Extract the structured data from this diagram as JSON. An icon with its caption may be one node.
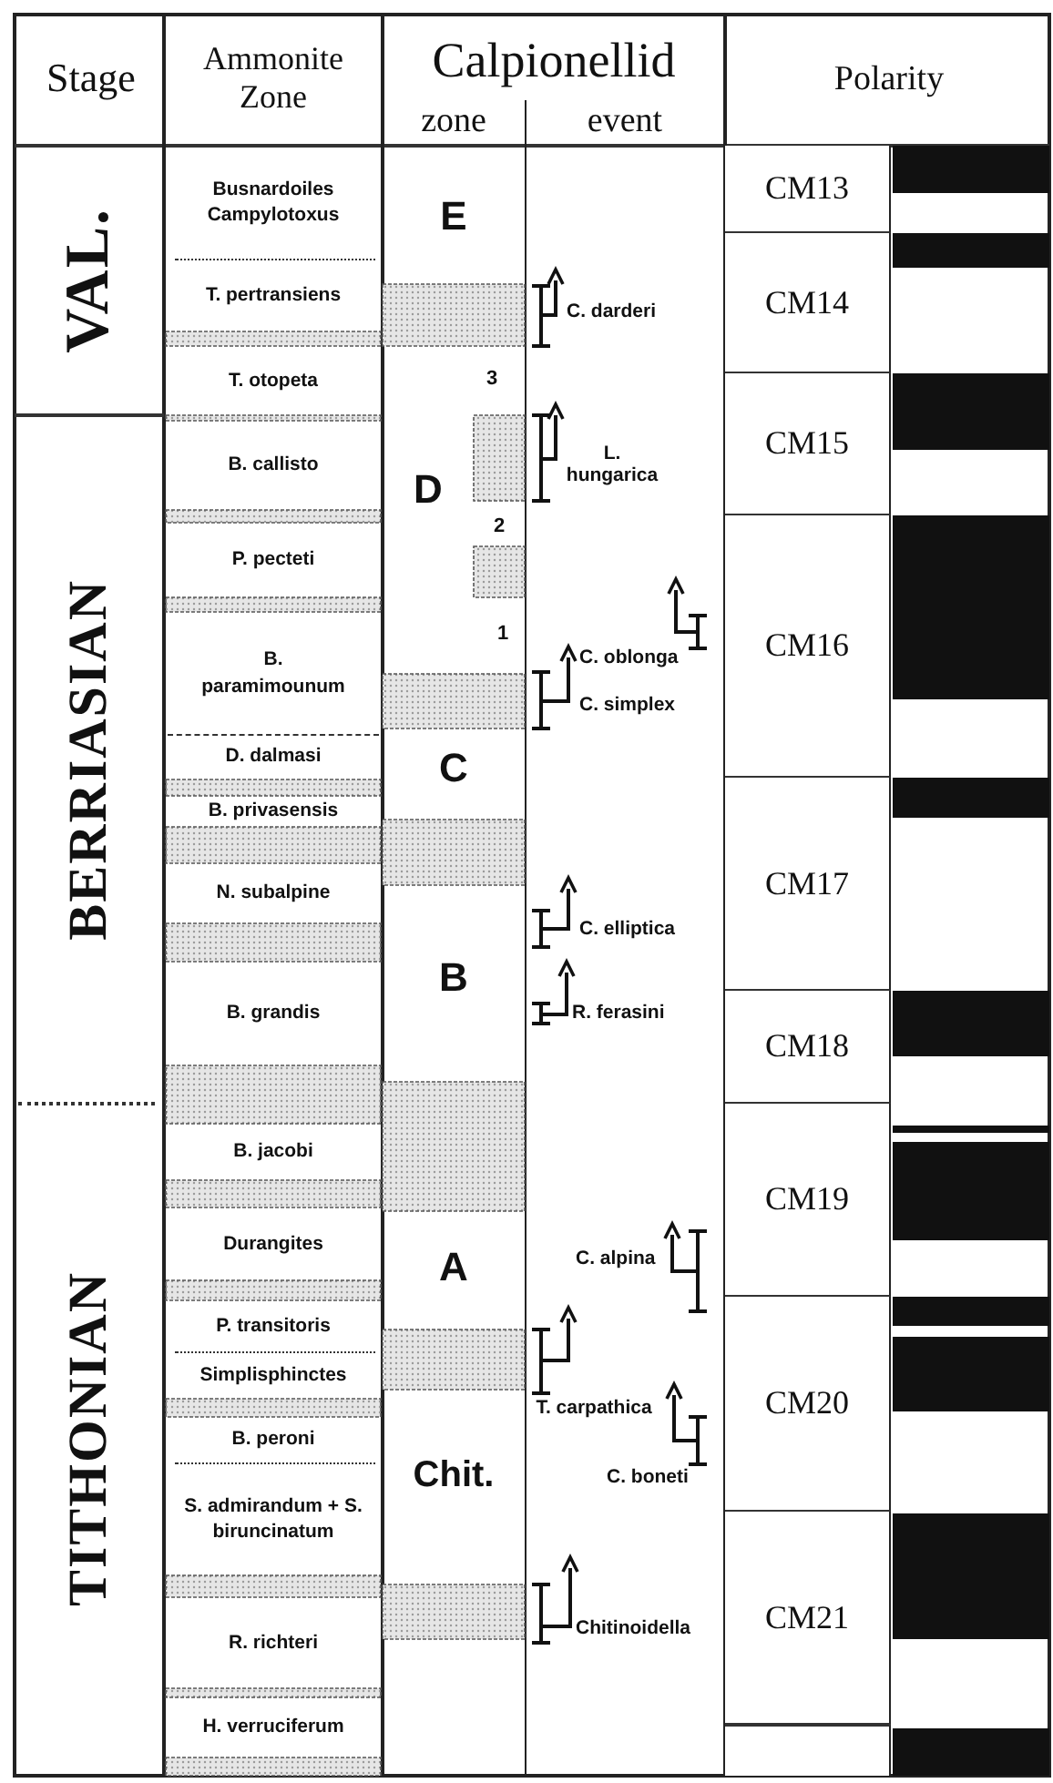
{
  "diagram": {
    "nodes": [
      {
        "text": [
          "VAL."
        ]
      },
      {
        "text": [
          "BERRIASIAN"
        ]
      },
      {
        "text": [
          "TITHONIAN"
        ]
      },
      {
        "text": [
          "Busnardoiles Campylotoxus"
        ]
      },
      {
        "text": [
          "T. pertransiens"
        ]
      },
      {
        "text": [
          "T. otopeta"
        ]
      },
      {
        "text": [
          "B. callisto"
        ]
      },
      {
        "text": [
          "P. pecteti"
        ]
      },
      {
        "text": [
          "B. paramimounum"
        ]
      },
      {
        "text": [
          "D. dalmasi"
        ]
      },
      {
        "text": [
          "B. privasensis"
        ]
      },
      {
        "text": [
          "N. subalpine"
        ]
      },
      {
        "text": [
          "B. grandis"
        ]
      },
      {
        "text": [
          "B. jacobi"
        ]
      },
      {
        "text": [
          "Durangites"
        ]
      },
      {
        "text": [
          "P. transitoris"
        ]
      },
      {
        "text": [
          "Simplisphinctes"
        ]
      },
      {
        "text": [
          "B. peroni"
        ]
      },
      {
        "text": [
          "S. admirandum + S. biruncinatum"
        ]
      },
      {
        "text": [
          "R. richteri"
        ]
      },
      {
        "text": [
          "H. verruciferum"
        ]
      },
      {
        "text": [
          "E"
        ]
      },
      {
        "text": [
          "D"
        ]
      },
      {
        "text": [
          "C"
        ]
      },
      {
        "text": [
          "B"
        ]
      },
      {
        "text": [
          "A"
        ]
      },
      {
        "text": [
          "Chit."
        ]
      },
      {
        "text": [
          "CM13"
        ]
      },
      {
        "text": [
          "CM14"
        ]
      },
      {
        "text": [
          "CM15"
        ]
      },
      {
        "text": [
          "CM16"
        ]
      },
      {
        "text": [
          "CM17"
        ]
      },
      {
        "text": [
          "CM18"
        ]
      },
      {
        "text": [
          "CM19"
        ]
      },
      {
        "text": [
          "CM20"
        ]
      },
      {
        "text": [
          "CM21"
        ]
      },
      {
        "text": [],
        "shape": "box"
      }
    ],
    "labels": [
      "Stage",
      "Ammonite Zone",
      "Calpionellid",
      "zone",
      "event",
      "Polarity",
      "C. darderi",
      "3",
      "L. hungarica",
      "2",
      "1",
      "C. oblonga",
      "C. simplex",
      "C. elliptica",
      "R. ferasini",
      "C. alpina",
      "T. carpathica",
      "C. boneti",
      "Chitinoidella"
    ]
  }
}
